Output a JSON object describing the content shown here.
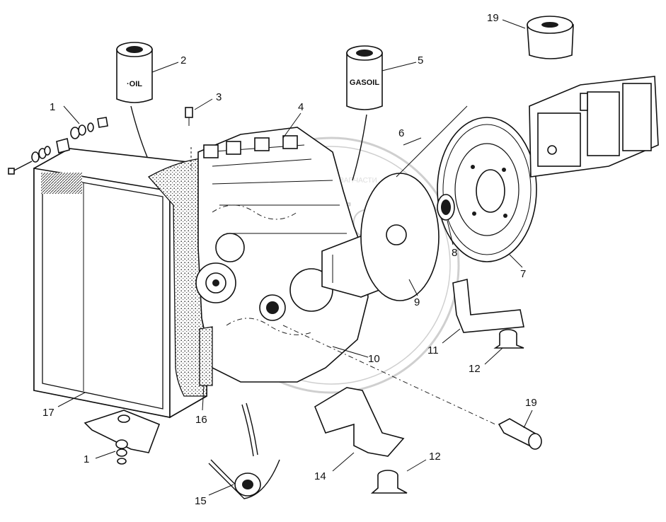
{
  "diagram": {
    "labels": {
      "p1_top": "1",
      "p1_bottom": "1",
      "p2": "2",
      "p3": "3",
      "p4": "4",
      "p5": "5",
      "p6": "6",
      "p7": "7",
      "p8": "8",
      "p9": "9",
      "p10": "10",
      "p11": "11",
      "p12_right": "12",
      "p12_bottom": "12",
      "p14": "14",
      "p15": "15",
      "p16": "16",
      "p17": "17",
      "p19_top": "19",
      "p19_sensor": "19"
    },
    "oil_filter_text": "·OIL",
    "fuel_filter_text": "GASOIL",
    "watermark_text": "СПЕЦМАШИНА ЗАПЧАСТИ"
  }
}
